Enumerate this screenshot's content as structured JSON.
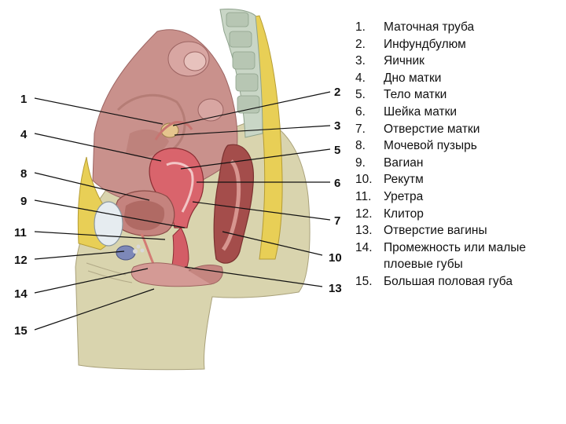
{
  "callouts": [
    {
      "id": "1",
      "label": "1"
    },
    {
      "id": "2",
      "label": "2"
    },
    {
      "id": "3",
      "label": "3"
    },
    {
      "id": "4",
      "label": "4"
    },
    {
      "id": "5",
      "label": "5"
    },
    {
      "id": "6",
      "label": "6"
    },
    {
      "id": "7",
      "label": "7"
    },
    {
      "id": "8",
      "label": "8"
    },
    {
      "id": "9",
      "label": "9"
    },
    {
      "id": "10",
      "label": "10"
    },
    {
      "id": "11",
      "label": "11"
    },
    {
      "id": "12",
      "label": "12"
    },
    {
      "id": "13",
      "label": "13"
    },
    {
      "id": "14",
      "label": "14"
    },
    {
      "id": "15",
      "label": "15"
    }
  ],
  "legend": [
    {
      "num": "1.",
      "text": "Маточная труба"
    },
    {
      "num": "2.",
      "text": "Инфундбулюм"
    },
    {
      "num": "3.",
      "text": "Яичник"
    },
    {
      "num": "4.",
      "text": "Дно матки"
    },
    {
      "num": "5.",
      "text": "Тело матки"
    },
    {
      "num": "6.",
      "text": "Шейка матки"
    },
    {
      "num": "7.",
      "text": "Отверстие матки"
    },
    {
      "num": "8.",
      "text": "Мочевой пузырь"
    },
    {
      "num": "9.",
      "text": "Вагиан"
    },
    {
      "num": "10.",
      "text": "Рекутм"
    },
    {
      "num": "11.",
      "text": "Уретра"
    },
    {
      "num": "12.",
      "text": "Клитор"
    },
    {
      "num": "13.",
      "text": "Отверстие вагины"
    },
    {
      "num": "14.",
      "text": "Промежность или малые плоевые губы"
    },
    {
      "num": "15.",
      "text": "Большая половая губа"
    }
  ],
  "colors": {
    "skin": "#d9d4ae",
    "flesh": "#c98a86",
    "uterus": "#d9646c",
    "fat": "#e8cf56",
    "bone": "#c9d6c6",
    "rectum": "#a44d4b"
  }
}
